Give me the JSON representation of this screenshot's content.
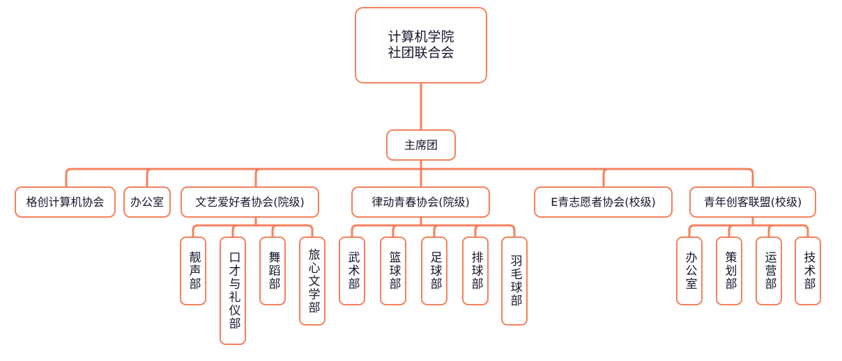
{
  "diagram": {
    "title_text": "计算机学院社团联合会",
    "theme": {
      "border_color": "#f4815c",
      "connector_color": "#f4815c",
      "text_color": "#15152b",
      "background_color": "#ffffff"
    },
    "root": {
      "label": "计算机学院\n社团联合会"
    },
    "presidium": {
      "label": "主席团"
    },
    "level3": [
      {
        "label": "格创计算机协会"
      },
      {
        "label": "办公室"
      },
      {
        "label": "文艺爱好者协会(院级)"
      },
      {
        "label": "律动青春协会(院级)"
      },
      {
        "label": "E青志愿者协会(校级)"
      },
      {
        "label": "青年创客联盟(校级)"
      }
    ],
    "arts_children": [
      {
        "label": "靓声部"
      },
      {
        "label": "口才与礼仪部"
      },
      {
        "label": "舞蹈部"
      },
      {
        "label": "旅心文学部"
      }
    ],
    "sports_children": [
      {
        "label": "武术部"
      },
      {
        "label": "篮球部"
      },
      {
        "label": "足球部"
      },
      {
        "label": "排球部"
      },
      {
        "label": "羽毛球部"
      }
    ],
    "maker_children": [
      {
        "label": "办公室"
      },
      {
        "label": "策划部"
      },
      {
        "label": "运营部"
      },
      {
        "label": "技术部"
      }
    ]
  }
}
